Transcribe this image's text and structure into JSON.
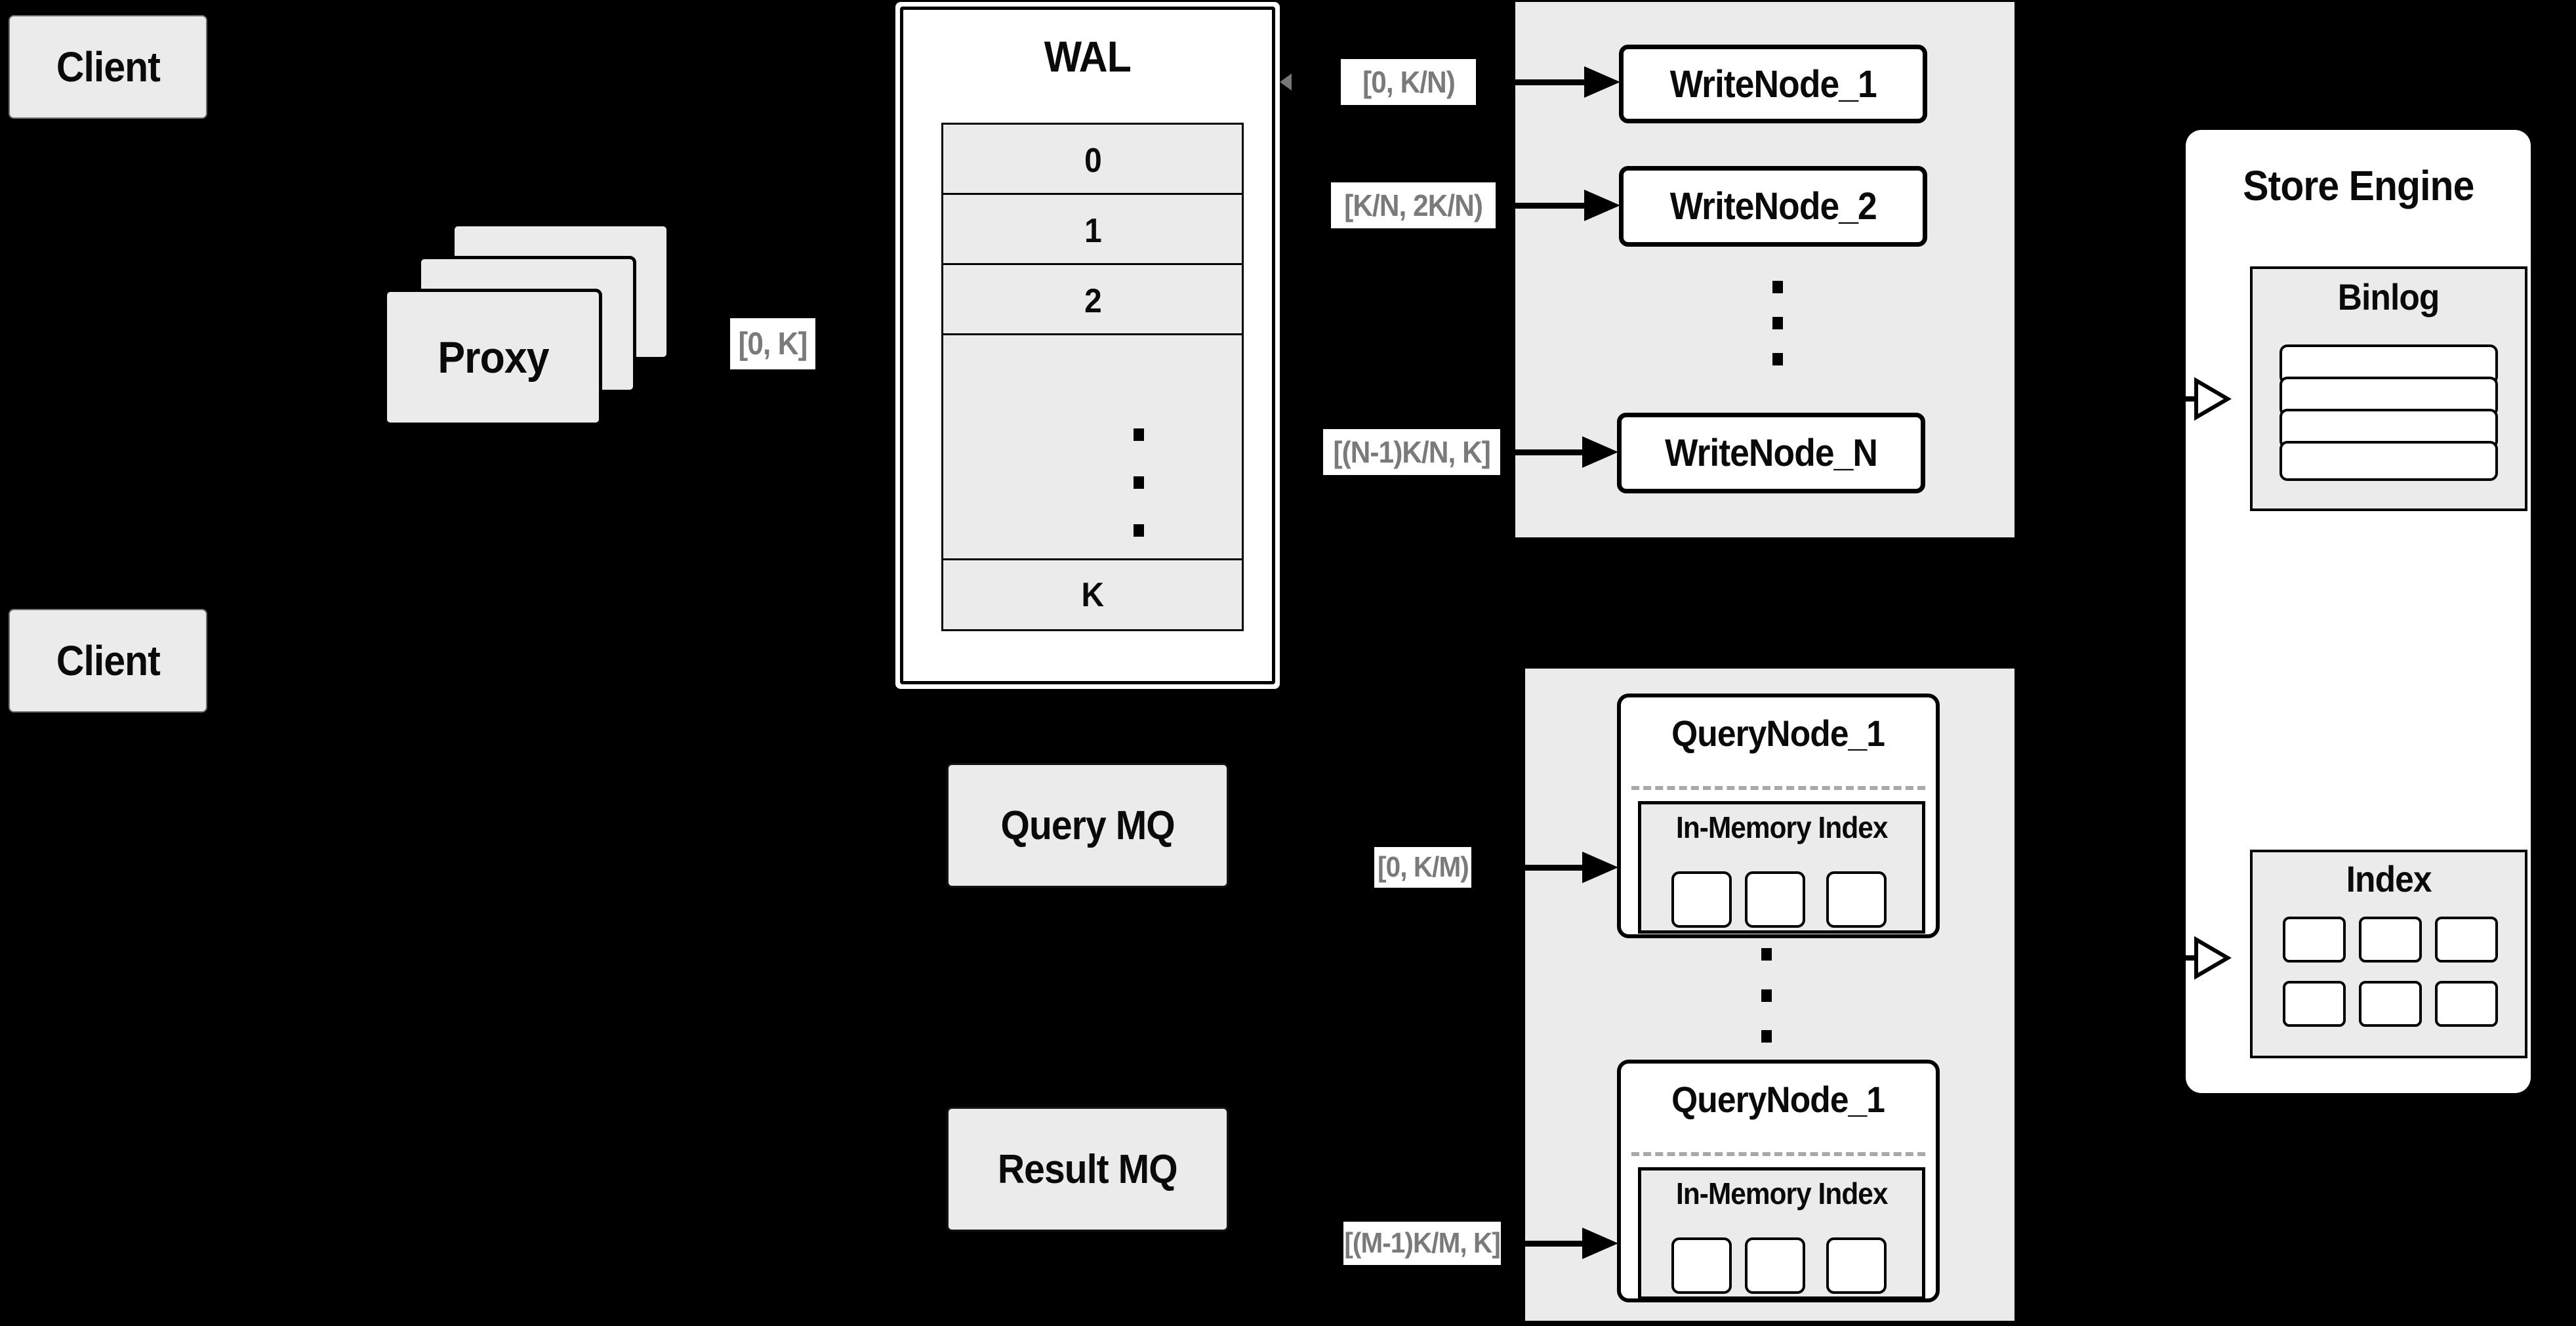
{
  "clients": {
    "top": "Client",
    "bottom": "Client"
  },
  "proxy": {
    "label": "Proxy",
    "range": "[0, K]"
  },
  "wal": {
    "title": "WAL",
    "rows_top": [
      "0",
      "1",
      "2"
    ],
    "ellipsis": "vertical-dots",
    "row_bottom": "K"
  },
  "write_panel": {
    "nodes": [
      "WriteNode_1",
      "WriteNode_2",
      "WriteNode_N"
    ],
    "ranges": [
      "[0, K/N)",
      "[K/N, 2K/N)",
      "[(N-1)K/N, K]"
    ]
  },
  "query_panel": {
    "nodes": [
      {
        "title": "QueryNode_1",
        "inner_title": "In-Memory Index"
      },
      {
        "title": "QueryNode_1",
        "inner_title": "In-Memory Index"
      }
    ],
    "ranges": [
      "[0, K/M)",
      "[(M-1)K/M, K]"
    ]
  },
  "mq": {
    "query": "Query MQ",
    "result": "Result MQ"
  },
  "store_engine": {
    "title": "Store Engine",
    "binlog_title": "Binlog",
    "index_title": "Index"
  },
  "colors": {
    "background": "#000000",
    "box_gray": "#ebebeb",
    "panel_white": "#ffffff",
    "line_black": "#000000",
    "range_text_gray": "#7a7a7a"
  }
}
